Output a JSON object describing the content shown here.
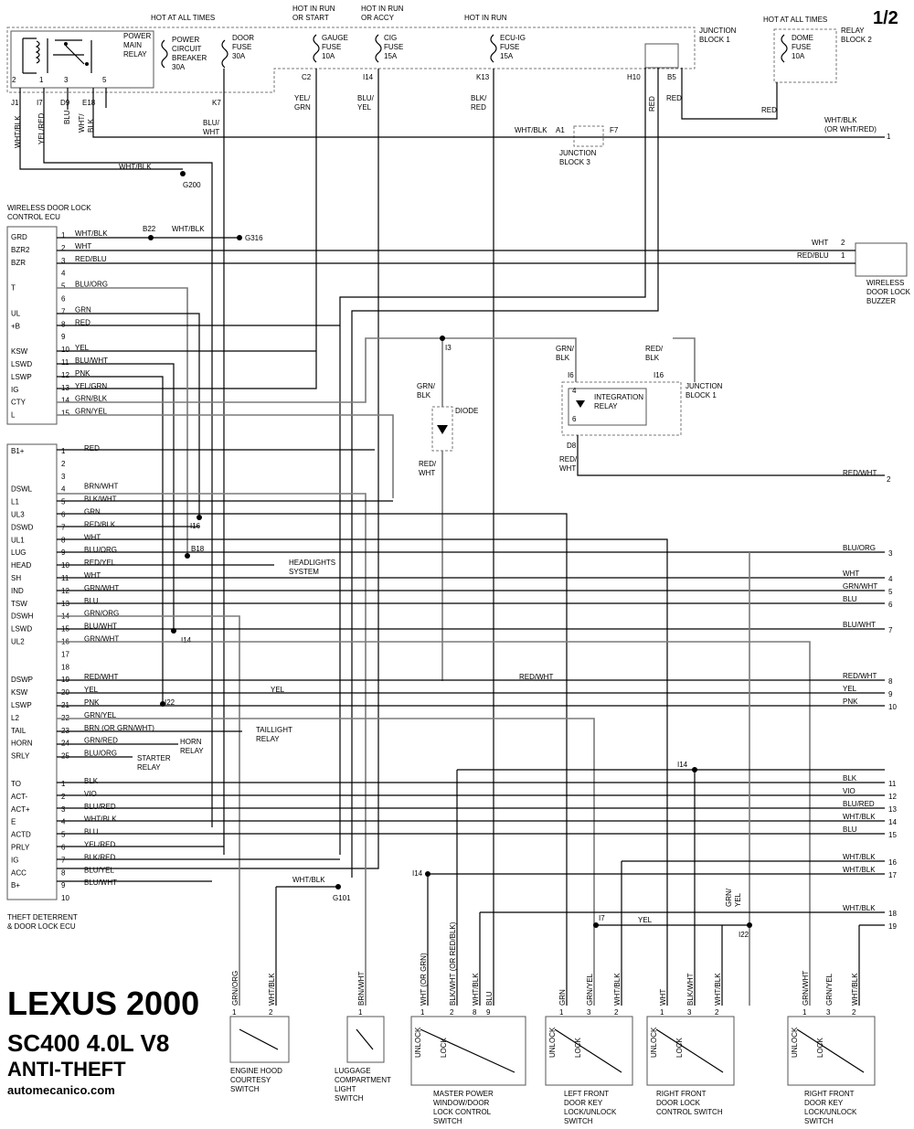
{
  "page_number": "1/2",
  "title": {
    "line1": "LEXUS 2000",
    "line2": "SC400 4.0L V8",
    "line3": "ANTI-THEFT",
    "site": "automecanico.com"
  },
  "top": {
    "hot_at_all_times_1": "HOT AT ALL TIMES",
    "hot_in_run_or_start": "HOT IN RUN\nOR START",
    "hot_in_run_or_accy": "HOT IN RUN\nOR ACCY",
    "hot_in_run": "HOT IN RUN",
    "hot_at_all_times_2": "HOT AT ALL TIMES",
    "power_main_relay": "POWER\nMAIN\nRELAY",
    "power_circuit_breaker": "POWER\nCIRCUIT\nBREAKER\n30A",
    "door_fuse": "DOOR\nFUSE\n30A",
    "gauge_fuse": "GAUGE\nFUSE\n10A",
    "cig_fuse": "CIG\nFUSE\n15A",
    "ecu_ig_fuse": "ECU-IG\nFUSE\n15A",
    "junction_block_1": "JUNCTION\nBLOCK 1",
    "dome_fuse": "DOME\nFUSE\n10A",
    "relay_block_2": "RELAY\nBLOCK 2",
    "junction_block_3": "JUNCTION\nBLOCK 3",
    "junction_block_1b": "JUNCTION\nBLOCK 1"
  },
  "pins_top": [
    "2",
    "1",
    "3",
    "5"
  ],
  "connector_labels": [
    "J1",
    "I7",
    "D9",
    "E18",
    "K7",
    "C2",
    "I14",
    "K13",
    "H10",
    "B5",
    "A1",
    "F7",
    "B22",
    "I3",
    "I6",
    "I16",
    "D8",
    "I16",
    "B18",
    "I14",
    "I22",
    "I14",
    "I14",
    "I7",
    "I22"
  ],
  "top_wires": {
    "yel_grn": "YEL/\nGRN",
    "blu_yel": "BLU/\nYEL",
    "blk_red": "BLK/\nRED",
    "blu_wht": "BLU/\nWHT",
    "red_v1": "RED",
    "red_v2": "RED",
    "red_h": "RED",
    "wht_blk_a1": "WHT/BLK",
    "wht_blk_out1": "WHT/BLK\n(OR WHT/RED)",
    "wht_blk_g200": "WHT/BLK",
    "g200": "G200",
    "v_wht_blk": "WHT/BLK",
    "v_yel_red": "YEL/RED",
    "v_blu": "BLU",
    "v_wht_blk2": "WHT/\nBLK"
  },
  "wireless_ecu": {
    "title": "WIRELESS DOOR LOCK\nCONTROL ECU",
    "pins": [
      {
        "name": "GRD",
        "num": "1",
        "wire": "WHT/BLK"
      },
      {
        "name": "BZR2",
        "num": "2",
        "wire": "WHT"
      },
      {
        "name": "BZR",
        "num": "3",
        "wire": "RED/BLU"
      },
      {
        "name": "",
        "num": "4",
        "wire": ""
      },
      {
        "name": "T",
        "num": "5",
        "wire": "BLU/ORG"
      },
      {
        "name": "",
        "num": "6",
        "wire": ""
      },
      {
        "name": "UL",
        "num": "7",
        "wire": "GRN"
      },
      {
        "name": "+B",
        "num": "8",
        "wire": "RED"
      },
      {
        "name": "",
        "num": "9",
        "wire": ""
      },
      {
        "name": "KSW",
        "num": "10",
        "wire": "YEL"
      },
      {
        "name": "LSWD",
        "num": "11",
        "wire": "BLU/WHT"
      },
      {
        "name": "LSWP",
        "num": "12",
        "wire": "PNK"
      },
      {
        "name": "IG",
        "num": "13",
        "wire": "YEL/GRN"
      },
      {
        "name": "CTY",
        "num": "14",
        "wire": "GRN/BLK"
      },
      {
        "name": "L",
        "num": "15",
        "wire": "GRN/YEL"
      }
    ],
    "b22_wire": "WHT/BLK",
    "g316": "G316"
  },
  "buzzer": {
    "title": "WIRELESS\nDOOR LOCK\nBUZZER",
    "wht": "WHT",
    "red_blu": "RED/BLU",
    "pin2": "2",
    "pin1": "1"
  },
  "diode": {
    "label": "DIODE",
    "top_wire": "GRN/\nBLK",
    "bottom_wire": "RED/\nWHT"
  },
  "integration_relay": {
    "title": "INTEGRATION\nRELAY",
    "junction": "JUNCTION\nBLOCK 1",
    "grn_blk": "GRN/\nBLK",
    "red_blk": "RED/\nBLK",
    "red_wht": "RED/\nWHT",
    "pin4": "4",
    "pin6": "6",
    "red_wht_out": "RED/WHT"
  },
  "theft_ecu": {
    "title": "THEFT DETERRENT\n& DOOR LOCK ECU",
    "pins_a": [
      {
        "name": "B1+",
        "num": "1",
        "wire": "RED"
      },
      {
        "name": "",
        "num": "2",
        "wire": ""
      },
      {
        "name": "",
        "num": "3",
        "wire": ""
      },
      {
        "name": "DSWL",
        "num": "4",
        "wire": "BRN/WHT"
      },
      {
        "name": "L1",
        "num": "5",
        "wire": "BLK/WHT"
      },
      {
        "name": "UL3",
        "num": "6",
        "wire": "GRN"
      },
      {
        "name": "DSWD",
        "num": "7",
        "wire": "RED/BLK"
      },
      {
        "name": "UL1",
        "num": "8",
        "wire": "WHT"
      },
      {
        "name": "LUG",
        "num": "9",
        "wire": "BLU/ORG"
      },
      {
        "name": "HEAD",
        "num": "10",
        "wire": "RED/YEL"
      },
      {
        "name": "SH",
        "num": "11",
        "wire": "WHT"
      },
      {
        "name": "IND",
        "num": "12",
        "wire": "GRN/WHT"
      },
      {
        "name": "TSW",
        "num": "13",
        "wire": "BLU"
      },
      {
        "name": "DSWH",
        "num": "14",
        "wire": "GRN/ORG"
      },
      {
        "name": "LSWD",
        "num": "15",
        "wire": "BLU/WHT"
      },
      {
        "name": "UL2",
        "num": "16",
        "wire": "GRN/WHT"
      },
      {
        "name": "",
        "num": "17",
        "wire": ""
      },
      {
        "name": "",
        "num": "18",
        "wire": ""
      },
      {
        "name": "DSWP",
        "num": "19",
        "wire": "RED/WHT"
      },
      {
        "name": "KSW",
        "num": "20",
        "wire": "YEL"
      },
      {
        "name": "LSWP",
        "num": "21",
        "wire": "PNK"
      },
      {
        "name": "L2",
        "num": "22",
        "wire": "GRN/YEL"
      },
      {
        "name": "TAIL",
        "num": "23",
        "wire": "BRN (OR GRN/WHT)"
      },
      {
        "name": "HORN",
        "num": "24",
        "wire": "GRN/RED"
      },
      {
        "name": "SRLY",
        "num": "25",
        "wire": "BLU/ORG"
      }
    ],
    "pins_b": [
      {
        "name": "TO",
        "num": "1",
        "wire": "BLK"
      },
      {
        "name": "ACT-",
        "num": "2",
        "wire": "VIO"
      },
      {
        "name": "ACT+",
        "num": "3",
        "wire": "BLU/RED"
      },
      {
        "name": "E",
        "num": "4",
        "wire": "WHT/BLK"
      },
      {
        "name": "ACTD",
        "num": "5",
        "wire": "BLU"
      },
      {
        "name": "PRLY",
        "num": "6",
        "wire": "YEL/RED"
      },
      {
        "name": "IG",
        "num": "7",
        "wire": "BLK/RED"
      },
      {
        "name": "ACC",
        "num": "8",
        "wire": "BLU/YEL"
      },
      {
        "name": "B+",
        "num": "9",
        "wire": "BLU/WHT"
      },
      {
        "name": "",
        "num": "10",
        "wire": ""
      }
    ],
    "headlights": "HEADLIGHTS\nSYSTEM",
    "taillight": "TAILLIGHT\nRELAY",
    "horn": "HORN\nRELAY",
    "starter": "STARTER\nRELAY"
  },
  "right_outputs": [
    {
      "wire": "BLU/ORG",
      "num": "3"
    },
    {
      "wire": "WHT",
      "num": "4"
    },
    {
      "wire": "GRN/WHT",
      "num": "5"
    },
    {
      "wire": "BLU",
      "num": "6"
    },
    {
      "wire": "BLU/WHT",
      "num": "7"
    },
    {
      "wire": "RED/WHT",
      "num": "8"
    },
    {
      "wire": "YEL",
      "num": "9"
    },
    {
      "wire": "PNK",
      "num": "10"
    },
    {
      "wire": "BLK",
      "num": "11"
    },
    {
      "wire": "VIO",
      "num": "12"
    },
    {
      "wire": "BLU/RED",
      "num": "13"
    },
    {
      "wire": "WHT/BLK",
      "num": "14"
    },
    {
      "wire": "BLU",
      "num": "15"
    },
    {
      "wire": "WHT/BLK",
      "num": "16"
    },
    {
      "wire": "WHT/BLK",
      "num": "17"
    },
    {
      "wire": "WHT/BLK",
      "num": "18"
    },
    {
      "wire": "",
      "num": "19"
    }
  ],
  "out_1": "1",
  "out_2": "2",
  "red_wht_mid": "RED/WHT",
  "yel_mid": "YEL",
  "yel_i7": "YEL",
  "grn_yel_v": "GRN/\nYEL",
  "g101_wire": "WHT/BLK",
  "g101": "G101",
  "switches": [
    {
      "title": "ENGINE HOOD\nCOURTESY\nSWITCH",
      "wires": [
        "GRN/ORG",
        "WHT/BLK"
      ],
      "pins": [
        "1",
        "2"
      ]
    },
    {
      "title": "LUGGAGE\nCOMPARTMENT\nLIGHT\nSWITCH",
      "wires": [
        "BRN/WHT"
      ],
      "pins": [
        "1"
      ]
    },
    {
      "title": "MASTER POWER\nWINDOW/DOOR\nLOCK CONTROL\nSWITCH",
      "wires": [
        "WHT (OR GRN)",
        "BLK/WHT (OR RED/BLK)",
        "WHT/BLK",
        "BLU"
      ],
      "pins": [
        "1",
        "2",
        "8",
        "9"
      ],
      "labels": [
        "UNLOCK",
        "LOCK"
      ]
    },
    {
      "title": "LEFT FRONT\nDOOR KEY\nLOCK/UNLOCK\nSWITCH",
      "wires": [
        "GRN",
        "GRN/YEL",
        "WHT/BLK"
      ],
      "pins": [
        "1",
        "3",
        "2"
      ],
      "labels": [
        "UNLOCK",
        "LOCK"
      ]
    },
    {
      "title": "RIGHT FRONT\nDOOR LOCK\nCONTROL SWITCH",
      "wires": [
        "WHT",
        "BLK/WHT",
        "WHT/BLK"
      ],
      "pins": [
        "1",
        "3",
        "2"
      ],
      "labels": [
        "UNLOCK",
        "LOCK"
      ]
    },
    {
      "title": "RIGHT FRONT\nDOOR KEY\nLOCK/UNLOCK\nSWITCH",
      "wires": [
        "GRN/WHT",
        "GRN/YEL",
        "WHT/BLK"
      ],
      "pins": [
        "1",
        "3",
        "2"
      ],
      "labels": [
        "UNLOCK",
        "LOCK"
      ]
    }
  ]
}
